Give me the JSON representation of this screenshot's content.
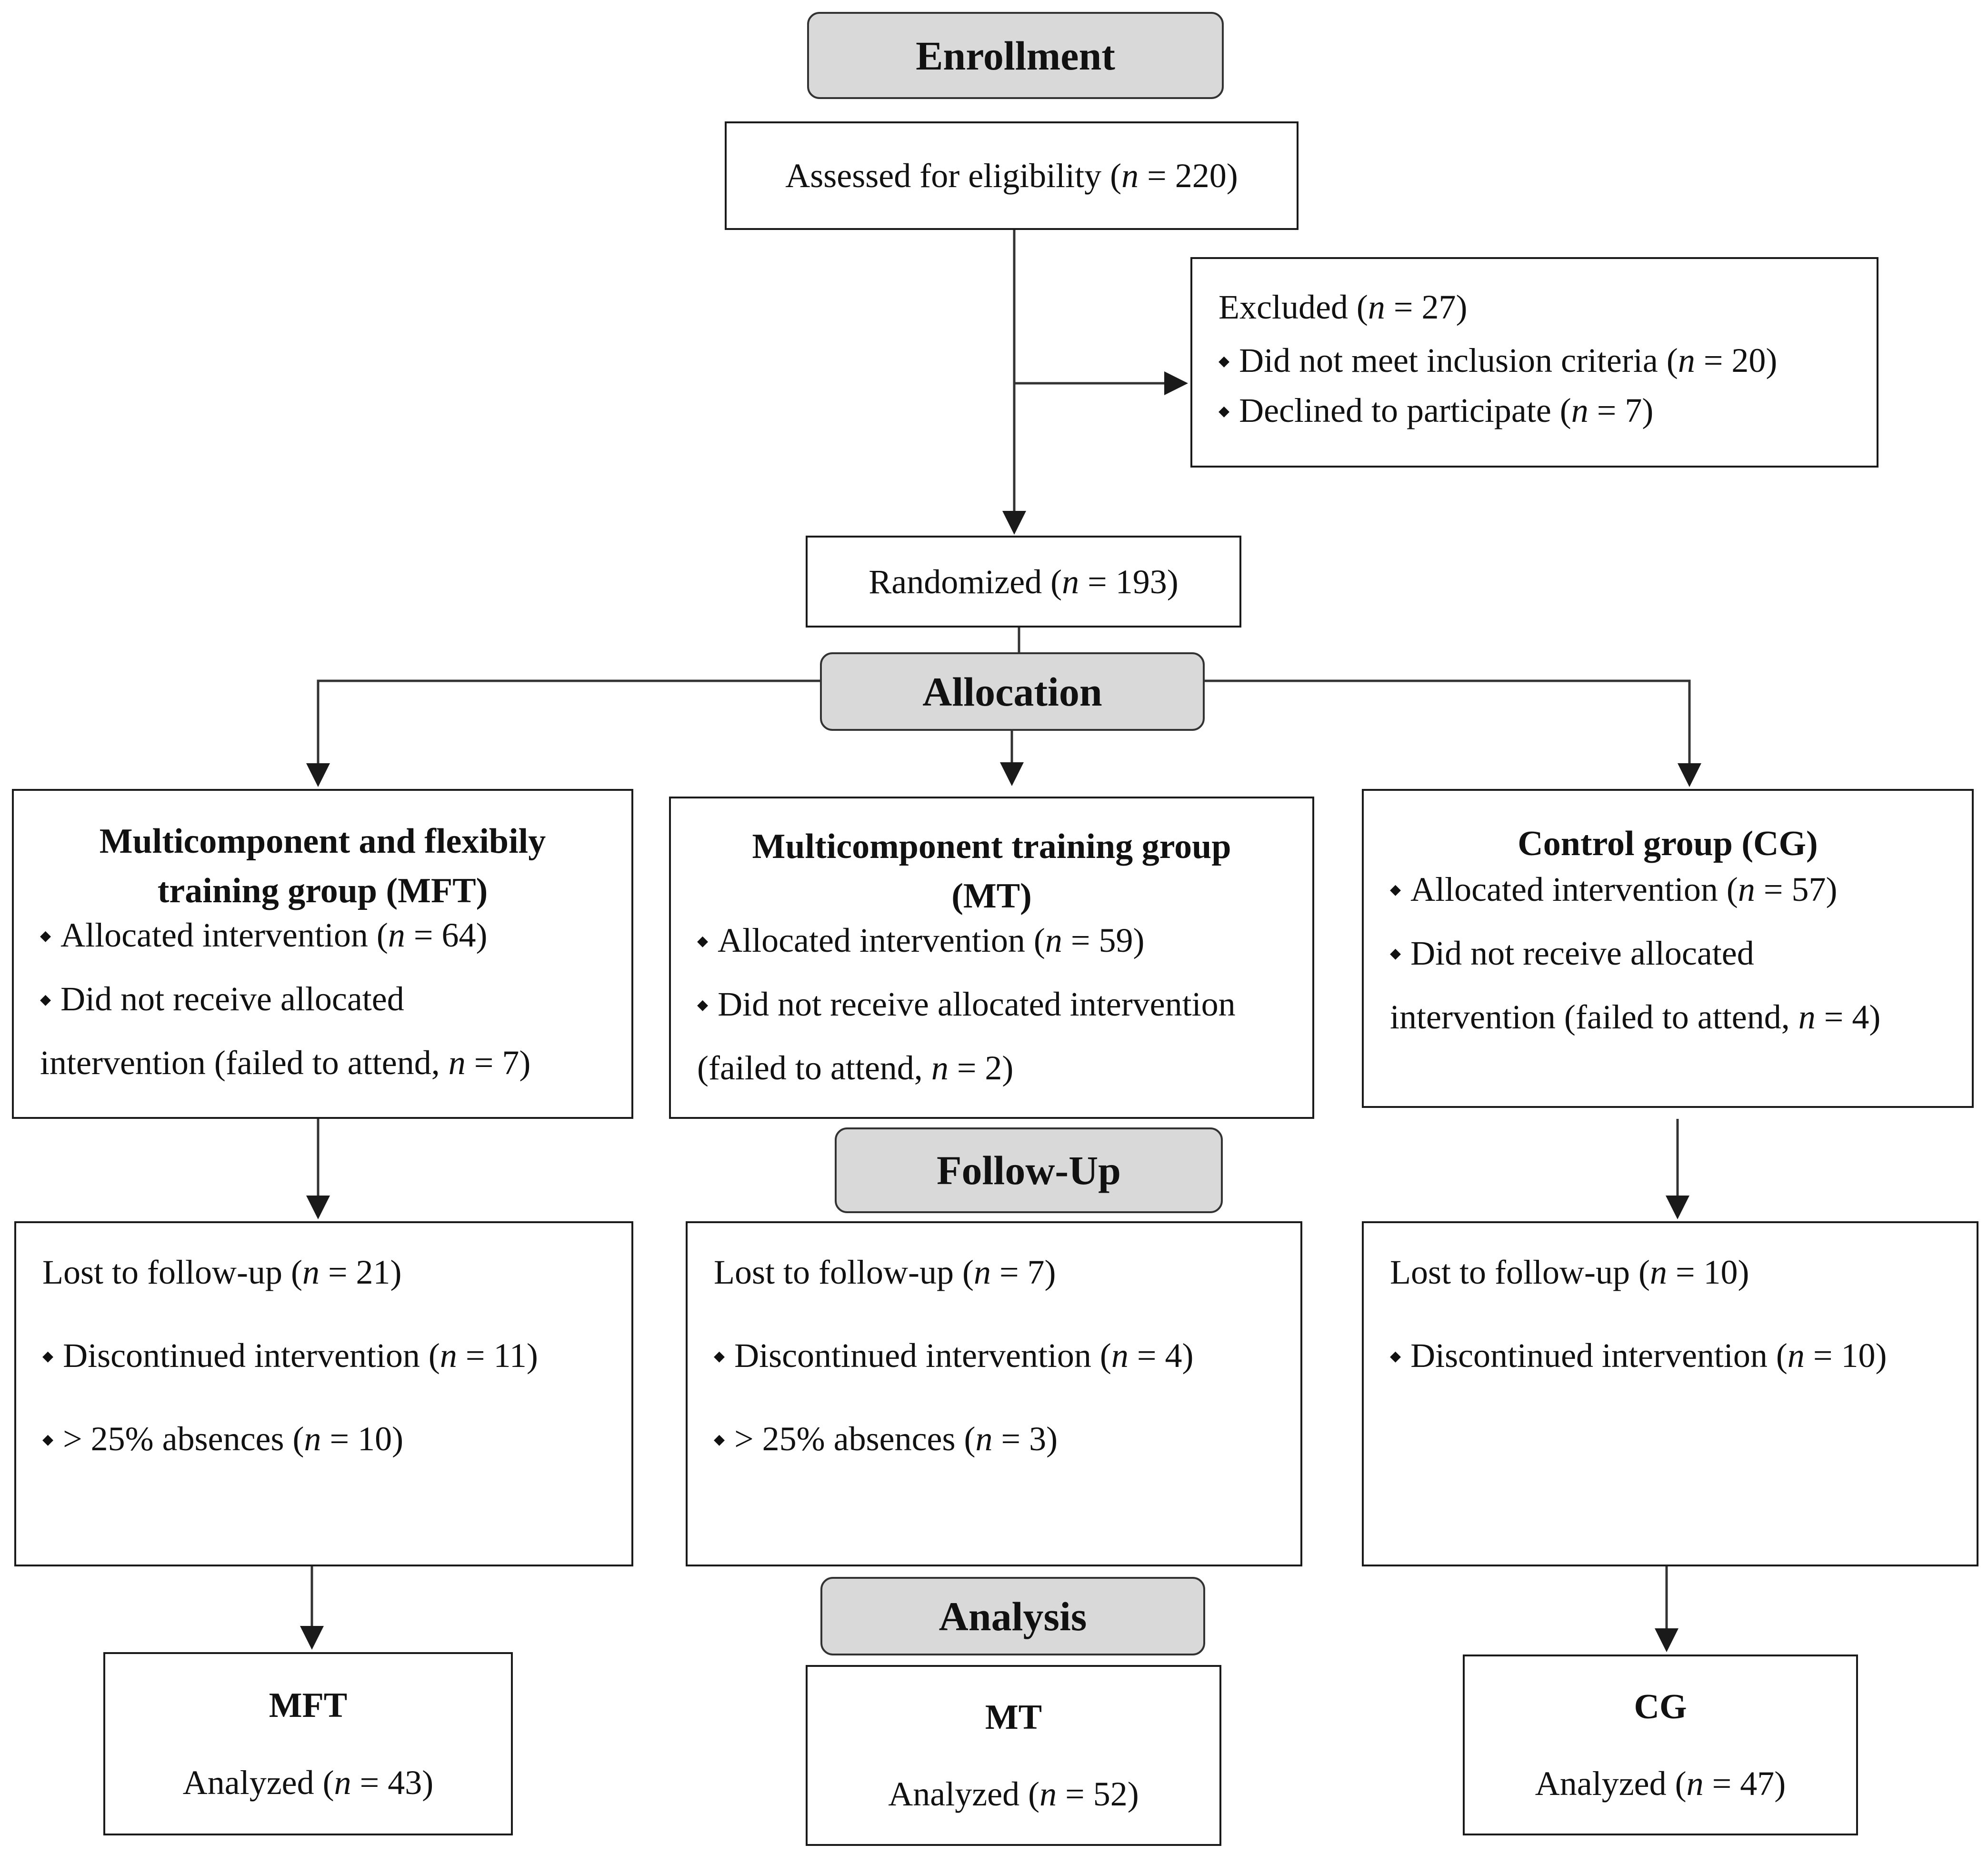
{
  "stages": {
    "enrollment": "Enrollment",
    "allocation": "Allocation",
    "follow_up": "Follow-Up",
    "analysis": "Analysis"
  },
  "n_symbol": "n",
  "assessed": {
    "text": "Assessed for eligibility (",
    "eq": " = 220)"
  },
  "excluded": {
    "head": {
      "text": "Excluded (",
      "eq": " = 27)"
    },
    "items": [
      {
        "text": "Did not meet inclusion criteria (",
        "eq": " = 20)"
      },
      {
        "text": "Declined to participate (",
        "eq": " = 7)"
      }
    ]
  },
  "randomized": {
    "text": "Randomized (",
    "eq": " = 193)"
  },
  "groups": {
    "mft": {
      "title_line1": "Multicomponent and flexibily",
      "title_line2": "training group (MFT)",
      "allocated": {
        "text": "Allocated intervention (",
        "eq": " = 64)"
      },
      "not_received_line1": "Did not receive allocated",
      "not_received_line2": {
        "text": "intervention (failed to attend, ",
        "eq": " = 7)"
      }
    },
    "mt": {
      "title_line1": "Multicomponent training group",
      "title_line2": "(MT)",
      "allocated": {
        "text": "Allocated intervention (",
        "eq": " = 59)"
      },
      "not_received_line1": "Did not receive allocated intervention",
      "not_received_line2": {
        "text": "(failed to attend, ",
        "eq": " = 2)"
      }
    },
    "cg": {
      "title_line1": "Control group (CG)",
      "allocated": {
        "text": "Allocated intervention (",
        "eq": " = 57)"
      },
      "not_received_line1": "Did not receive allocated",
      "not_received_line2": {
        "text": "intervention (failed to attend, ",
        "eq": " = 4)"
      }
    }
  },
  "followup": {
    "mft": {
      "lost": {
        "text": "Lost to follow-up (",
        "eq": " = 21)"
      },
      "discontinued": {
        "text": "Discontinued intervention (",
        "eq": " = 11)"
      },
      "absences": {
        "text": "> 25% absences (",
        "eq": " = 10)"
      }
    },
    "mt": {
      "lost": {
        "text": "Lost to follow-up (",
        "eq": " = 7)"
      },
      "discontinued": {
        "text": "Discontinued intervention (",
        "eq": " = 4)"
      },
      "absences": {
        "text": "> 25% absences (",
        "eq": " = 3)"
      }
    },
    "cg": {
      "lost": {
        "text": "Lost to follow-up (",
        "eq": " = 10)"
      },
      "discontinued": {
        "text": "Discontinued intervention (",
        "eq": " = 10)"
      }
    }
  },
  "analysis": {
    "mft": {
      "title": "MFT",
      "text": "Analyzed (",
      "eq": " = 43)"
    },
    "mt": {
      "title": "MT",
      "text": "Analyzed (",
      "eq": " = 52)"
    },
    "cg": {
      "title": "CG",
      "text": "Analyzed (",
      "eq": " = 47)"
    }
  }
}
